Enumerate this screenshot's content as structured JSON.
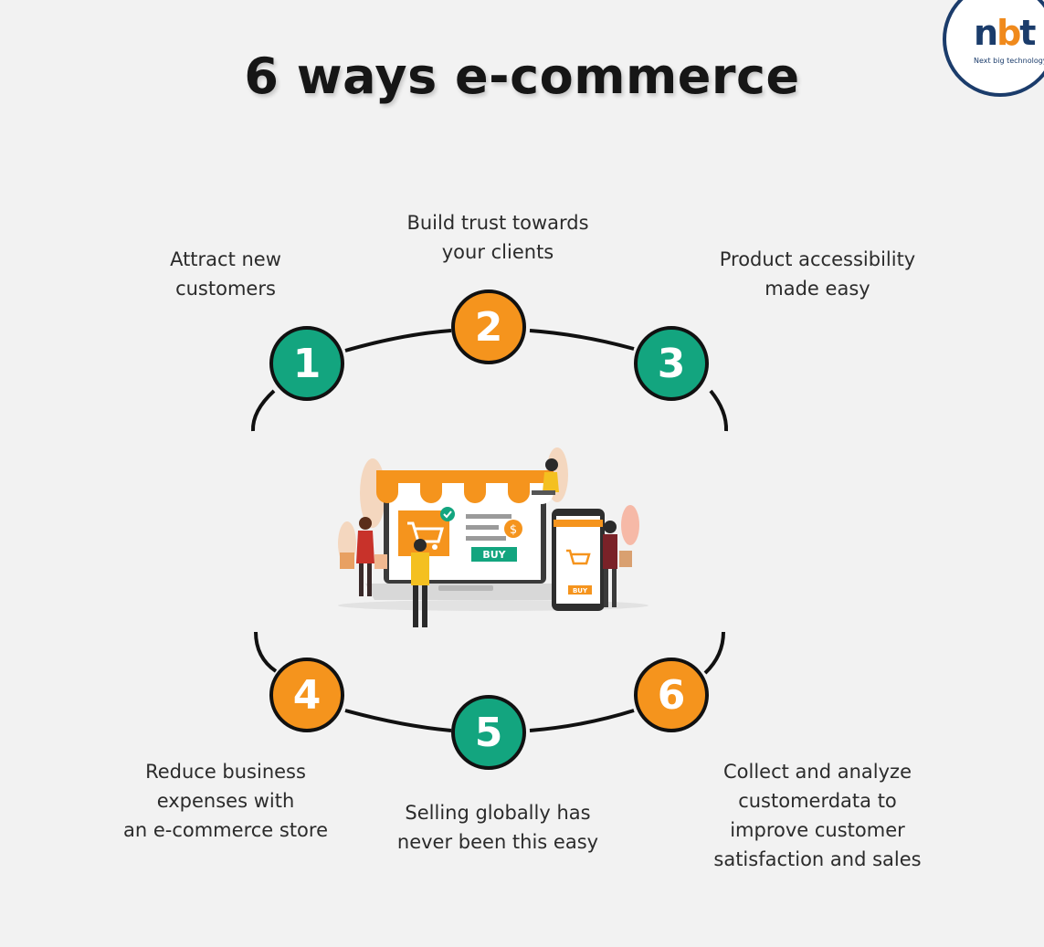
{
  "title": "6 ways e-commerce",
  "logo": {
    "mark_a": "n",
    "mark_b": "b",
    "mark_c": "t",
    "tagline": "Next big technology"
  },
  "colors": {
    "green": "#13a57f",
    "orange": "#f5941d",
    "navy": "#1b3c6b"
  },
  "steps": [
    {
      "number": "1",
      "color": "green",
      "label": "Attract new\ncustomers"
    },
    {
      "number": "2",
      "color": "orange",
      "label": "Build trust towards\nyour clients"
    },
    {
      "number": "3",
      "color": "green",
      "label": "Product accessibility\nmade easy"
    },
    {
      "number": "4",
      "color": "orange",
      "label": "Reduce business\nexpenses with\nan e-commerce store"
    },
    {
      "number": "5",
      "color": "green",
      "label": "Selling globally has\nnever been this easy"
    },
    {
      "number": "6",
      "color": "orange",
      "label": "Collect and analyze\ncustomerdata to\nimprove customer\nsatisfaction and sales"
    }
  ],
  "illustration": {
    "icon": "online-store-laptop-icon",
    "laptop_button": "BUY",
    "phone_button": "BUY"
  }
}
